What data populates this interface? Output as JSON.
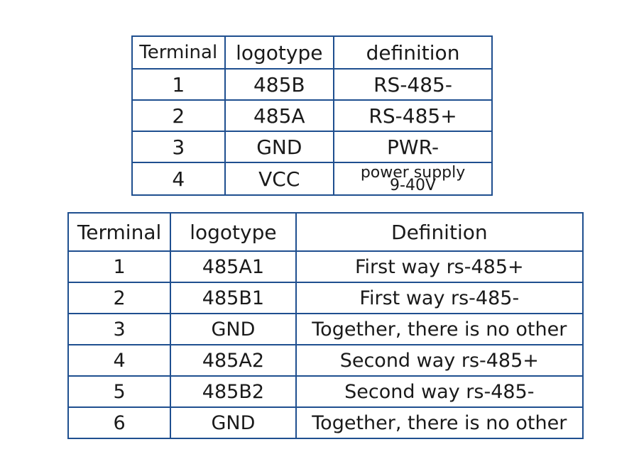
{
  "table1": {
    "headers": [
      "Terminal",
      "logotype",
      "definition"
    ],
    "rows": [
      {
        "terminal": "1",
        "logotype": "485B",
        "definition": "RS-485-"
      },
      {
        "terminal": "2",
        "logotype": "485A",
        "definition": "RS-485+"
      },
      {
        "terminal": "3",
        "logotype": "GND",
        "definition": "PWR-"
      },
      {
        "terminal": "4",
        "logotype": "VCC",
        "definition_line1": "power supply",
        "definition_line2": "9-40V"
      }
    ]
  },
  "table2": {
    "headers": [
      "Terminal",
      "logotype",
      "Definition"
    ],
    "rows": [
      {
        "terminal": "1",
        "logotype": "485A1",
        "definition": "First way rs-485+"
      },
      {
        "terminal": "2",
        "logotype": "485B1",
        "definition": "First way rs-485-"
      },
      {
        "terminal": "3",
        "logotype": "GND",
        "definition": "Together, there is no other"
      },
      {
        "terminal": "4",
        "logotype": "485A2",
        "definition": "Second way rs-485+"
      },
      {
        "terminal": "5",
        "logotype": "485B2",
        "definition": "Second way rs-485-"
      },
      {
        "terminal": "6",
        "logotype": "GND",
        "definition": "Together, there is no other"
      }
    ]
  },
  "colors": {
    "border": "#1f4f8f",
    "text": "#1a1a1a",
    "background": "#ffffff"
  }
}
